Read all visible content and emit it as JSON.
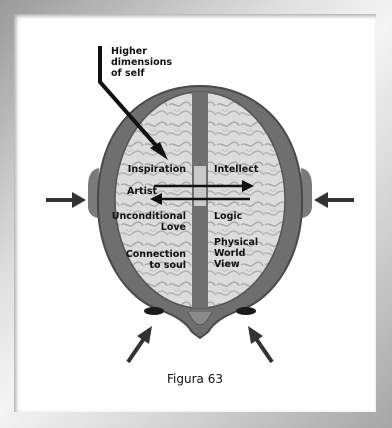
{
  "callout": {
    "lines": [
      "Higher",
      "dimensions",
      "of self"
    ]
  },
  "left_labels": {
    "inspiration": "Inspiration",
    "artist": "Artist",
    "unconditional_lines": [
      "Unconditional",
      "Love"
    ],
    "connection_lines": [
      "Connection",
      "to soul"
    ]
  },
  "right_labels": {
    "intellect": "Intellect",
    "logic": "Logic",
    "physical_lines": [
      "Physical",
      "World",
      "View"
    ]
  },
  "caption": "Figura 63"
}
